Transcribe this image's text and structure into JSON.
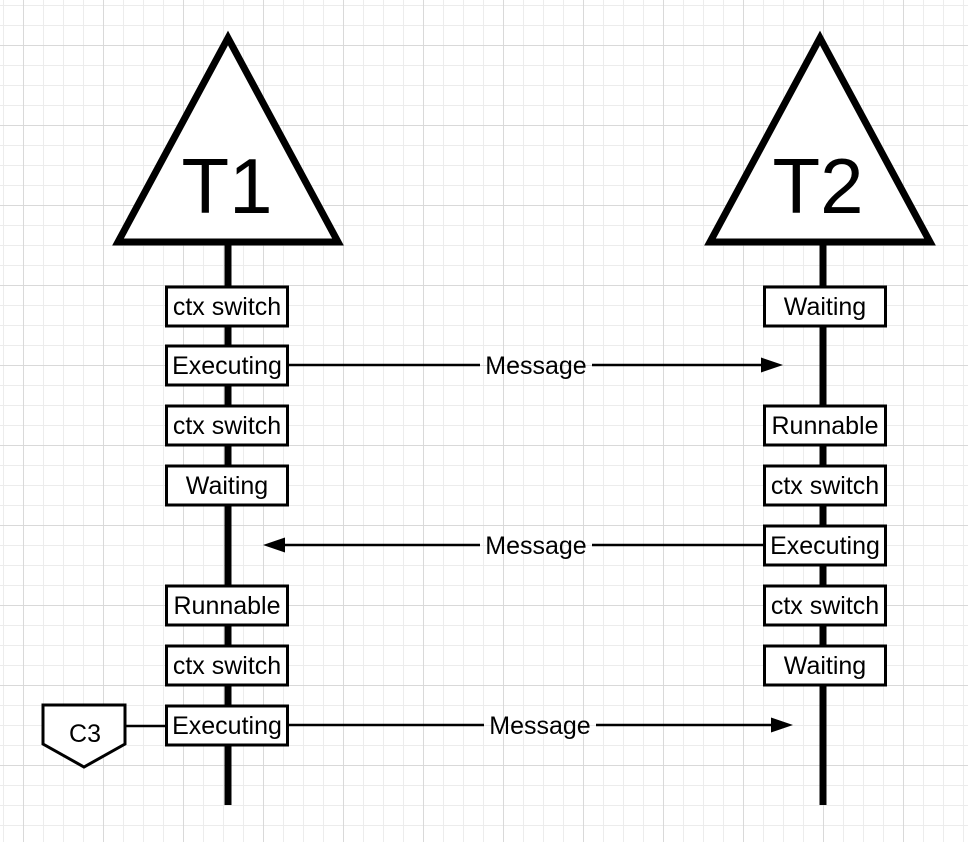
{
  "colors": {
    "stroke": "#000000",
    "shape_fill": "#ffffff",
    "grid_minor": "#ececec",
    "grid_major": "#d9d9d9"
  },
  "threads": [
    {
      "label": "T1",
      "states": [
        "ctx switch",
        "Executing",
        "ctx switch",
        "Waiting",
        "Runnable",
        "ctx switch",
        "Executing"
      ]
    },
    {
      "label": "T2",
      "states": [
        "Waiting",
        "Runnable",
        "ctx switch",
        "Executing",
        "ctx switch",
        "Waiting"
      ]
    }
  ],
  "messages": [
    {
      "label": "Message",
      "from": "T1",
      "to": "T2"
    },
    {
      "label": "Message",
      "from": "T2",
      "to": "T1"
    },
    {
      "label": "Message",
      "from": "T1",
      "to": "T2"
    }
  ],
  "annotations": [
    {
      "label": "C3"
    }
  ]
}
